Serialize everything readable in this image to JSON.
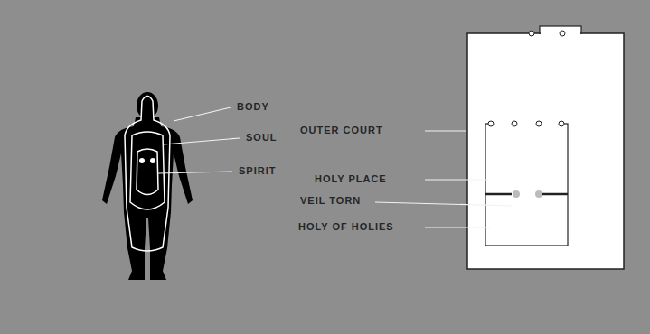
{
  "diagram": {
    "labels": [
      "BODY",
      "SOUL",
      "SPIRIT",
      "OUTER COURT",
      "HOLY PLACE",
      "VEIL TORN",
      "HOLY OF HOLIES"
    ]
  }
}
